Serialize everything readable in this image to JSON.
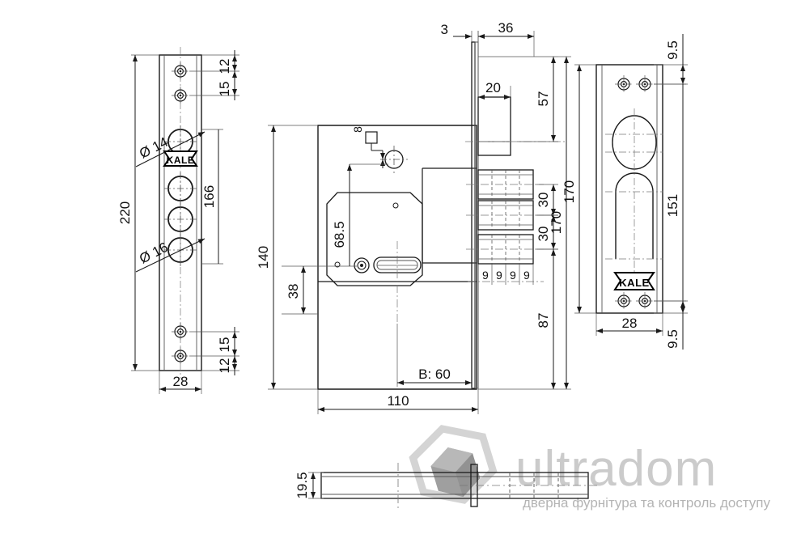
{
  "drawing": {
    "title": "KALE mortise lock technical drawing",
    "brand": "KALE",
    "line_color": "#1a1a1a",
    "thin_color": "#555555",
    "background": "#ffffff"
  },
  "views": {
    "front_faceplate": {
      "name": "faceplate-front-view",
      "overall_height": "220",
      "width": "28",
      "hole_group_spacing": "166",
      "top_edge_to_first_screw": "12",
      "screw_pitch_top": "15",
      "bottom_screw_pitch": "15",
      "bottom_edge_to_last_screw": "12",
      "cylinder_hole_dia": "Ø 14",
      "bolt_hole_dia": "Ø 16",
      "logo": "KALE"
    },
    "main_section": {
      "name": "lock-body-section-view",
      "case_height": "140",
      "case_length": "110",
      "faceplate_thickness": "3",
      "faceplate_to_case": "36",
      "latch_projection": "20",
      "spindle_square": "8",
      "spindle_height": "68.5",
      "lower_offset": "38",
      "backset": "B: 60",
      "top_to_latch_center": "57",
      "bolt_pitch_1": "30",
      "bolt_pitch_2": "30",
      "bottom_to_lowest_bolt": "87",
      "total_height": "170",
      "bolt_teeth": [
        "9",
        "9",
        "9",
        "9"
      ]
    },
    "strike_plate": {
      "name": "strike-plate-view",
      "overall_height": "170",
      "inner_height": "151",
      "width": "28",
      "top_margin": "9.5",
      "bottom_margin": "9.5",
      "logo": "KALE"
    },
    "bolt_detail": {
      "name": "bolt-detail-view",
      "thickness": "19.5"
    }
  },
  "labels": {
    "dia14": "Ø 14",
    "dia16": "Ø 16",
    "square8": "8",
    "backset": "B: 60",
    "d220": "220",
    "d166": "166",
    "d28_left": "28",
    "d12_top": "12",
    "d15_top": "15",
    "d15_bottom": "15",
    "d12_bottom": "12",
    "d140": "140",
    "d110": "110",
    "d3": "3",
    "d36": "36",
    "d20": "20",
    "d57": "57",
    "d30_a": "30",
    "d30_b": "30",
    "d87": "87",
    "d170": "170",
    "d68_5": "68.5",
    "d38": "38",
    "d9_a": "9",
    "d9_b": "9",
    "d9_c": "9",
    "d9_d": "9",
    "d9_5_top": "9.5",
    "d9_5_bottom": "9.5",
    "d151": "151",
    "d28_right": "28",
    "d19_5": "19.5",
    "kale_left": "KALE",
    "kale_right": "KALE"
  },
  "watermark": {
    "brand": "ultradom",
    "tagline": "дверна фурнітура та контроль доступу",
    "logo_name": "house-cube-logo"
  }
}
